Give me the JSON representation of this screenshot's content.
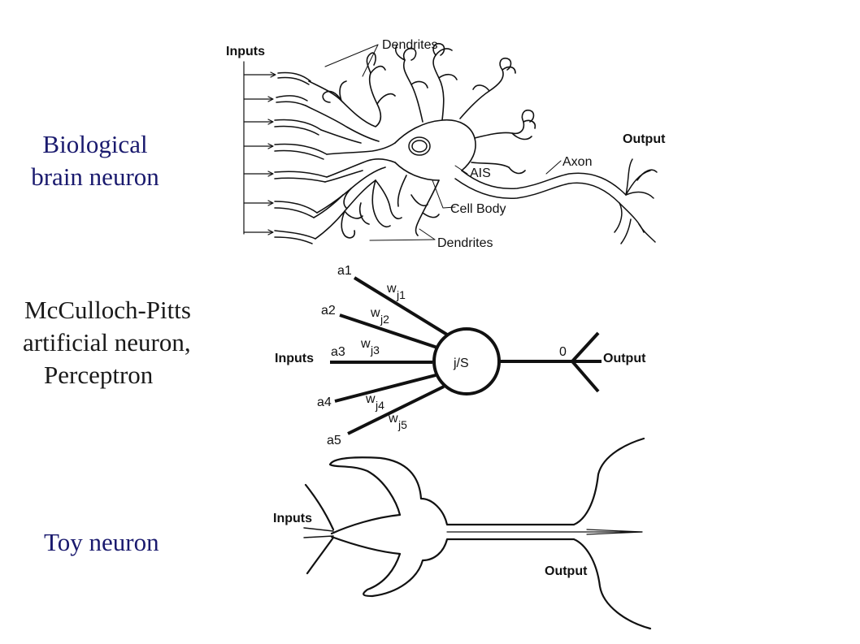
{
  "side_labels": {
    "biological": [
      "Biological",
      "brain neuron"
    ],
    "mcculloch": [
      "McCulloch-Pitts",
      "artificial neuron,",
      "Perceptron"
    ],
    "toy": [
      "Toy neuron"
    ]
  },
  "biological_diagram": {
    "inputs": "Inputs",
    "dendrites_top": "Dendrites",
    "dendrites_bottom": "Dendrites",
    "output": "Output",
    "axon": "Axon",
    "ais": "AIS",
    "cell_body": "Cell Body"
  },
  "perceptron_diagram": {
    "inputs": "Inputs",
    "node": "j/S",
    "output": "Output",
    "output_value": "0",
    "input_labels": [
      "a1",
      "a2",
      "a3",
      "a4",
      "a5"
    ],
    "weight_base": "w",
    "weight_subs": [
      "j1",
      "j2",
      "j3",
      "j4",
      "j5"
    ]
  },
  "toy_diagram": {
    "inputs": "Inputs",
    "output": "Output"
  },
  "colors": {
    "label_blue": "#1a1a6e",
    "stroke": "#111111"
  }
}
